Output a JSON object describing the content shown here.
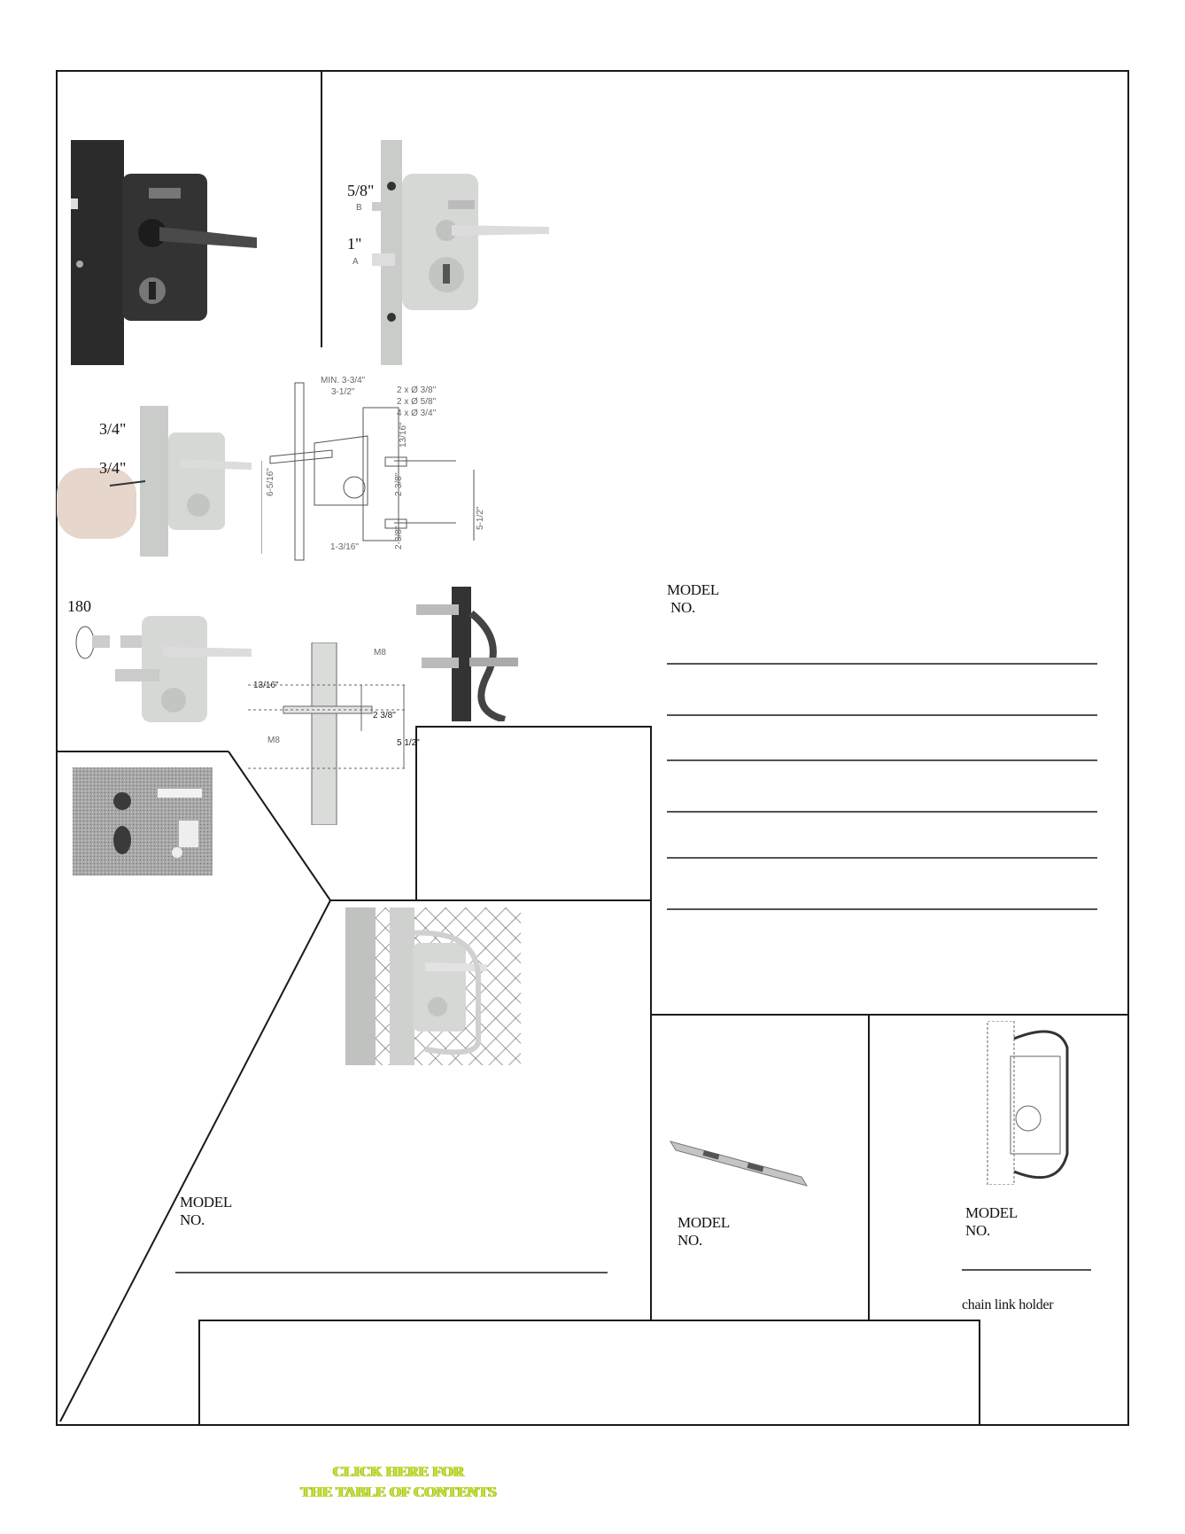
{
  "dimensions": {
    "b_size": "5/8\"",
    "b_letter": "B",
    "a_size": "1\"",
    "a_letter": "A",
    "top_hole": "3/4\"",
    "bottom_hole": "3/4\"",
    "rotation": "180",
    "min_width": "MIN. 3-3/4\"",
    "width": "3-1/2\"",
    "hole_1": "2 x Ø 3/8\"",
    "hole_2": "2 x Ø 5/8\"",
    "hole_3": "4 x Ø 3/4\"",
    "height_total": "6-5/16\"",
    "height_upper": "2-3/8\"",
    "height_lower": "2-3/8\"",
    "height_side": "5-1/2\"",
    "offset_top": "13/16\"",
    "offset_bottom": "1-3/16\"",
    "m8_top": "M8",
    "m8_bottom": "M8",
    "gap_top": "13/16\"",
    "gap_mid": "2 3/8\"",
    "gap_side": "5 1/2\""
  },
  "labels": {
    "model_main_1": "MODEL",
    "model_main_2": "NO.",
    "model_left_1": "MODEL",
    "model_left_2": "NO.",
    "model_mid_1": "MODEL",
    "model_mid_2": "NO.",
    "model_right_1": "MODEL",
    "model_right_2": "NO.",
    "chain_link_holder": "chain link holder"
  },
  "toc_link": {
    "line1": "CLICK HERE FOR",
    "line2": "THE TABLE OF CONTENTS"
  },
  "colors": {
    "line": "#1a1a1a",
    "toc": "#c6e23a",
    "lock_dark": "#2b2b2b",
    "lock_silver": "#c9ccc9"
  }
}
